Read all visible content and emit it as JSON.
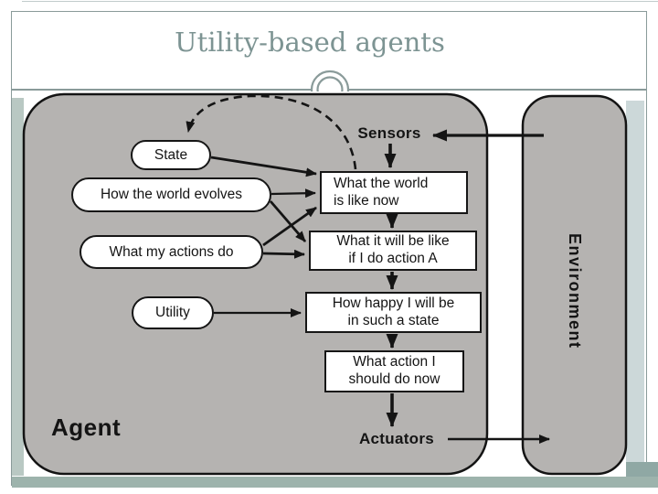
{
  "slide": {
    "title": "Utility-based agents"
  },
  "figure": {
    "agent_label": "Agent",
    "environment_label": "Environment",
    "sensors_label": "Sensors",
    "actuators_label": "Actuators",
    "pills": [
      {
        "label": "State"
      },
      {
        "label": "How the world evolves"
      },
      {
        "label": "What my actions do"
      },
      {
        "label": "Utility"
      }
    ],
    "boxes": [
      {
        "line1": "What the world",
        "line2": "is like now"
      },
      {
        "line1": "What it will be like",
        "line2": "if I do action A"
      },
      {
        "line1": "How happy I will be",
        "line2": "in such a state"
      },
      {
        "line1": "What action I",
        "line2": "should do now"
      }
    ]
  },
  "colors": {
    "title_text": "#7d9493",
    "frame_line": "#8a9b9a",
    "faint_line": "#c2cccc",
    "agent_fill": "#b5b3b1",
    "outline": "#141414",
    "strip_left": "#b9c8c3",
    "strip_right": "#ccd8d9",
    "strip_bottom": "#9db3ac",
    "strip_corner": "#8fa8a4"
  }
}
